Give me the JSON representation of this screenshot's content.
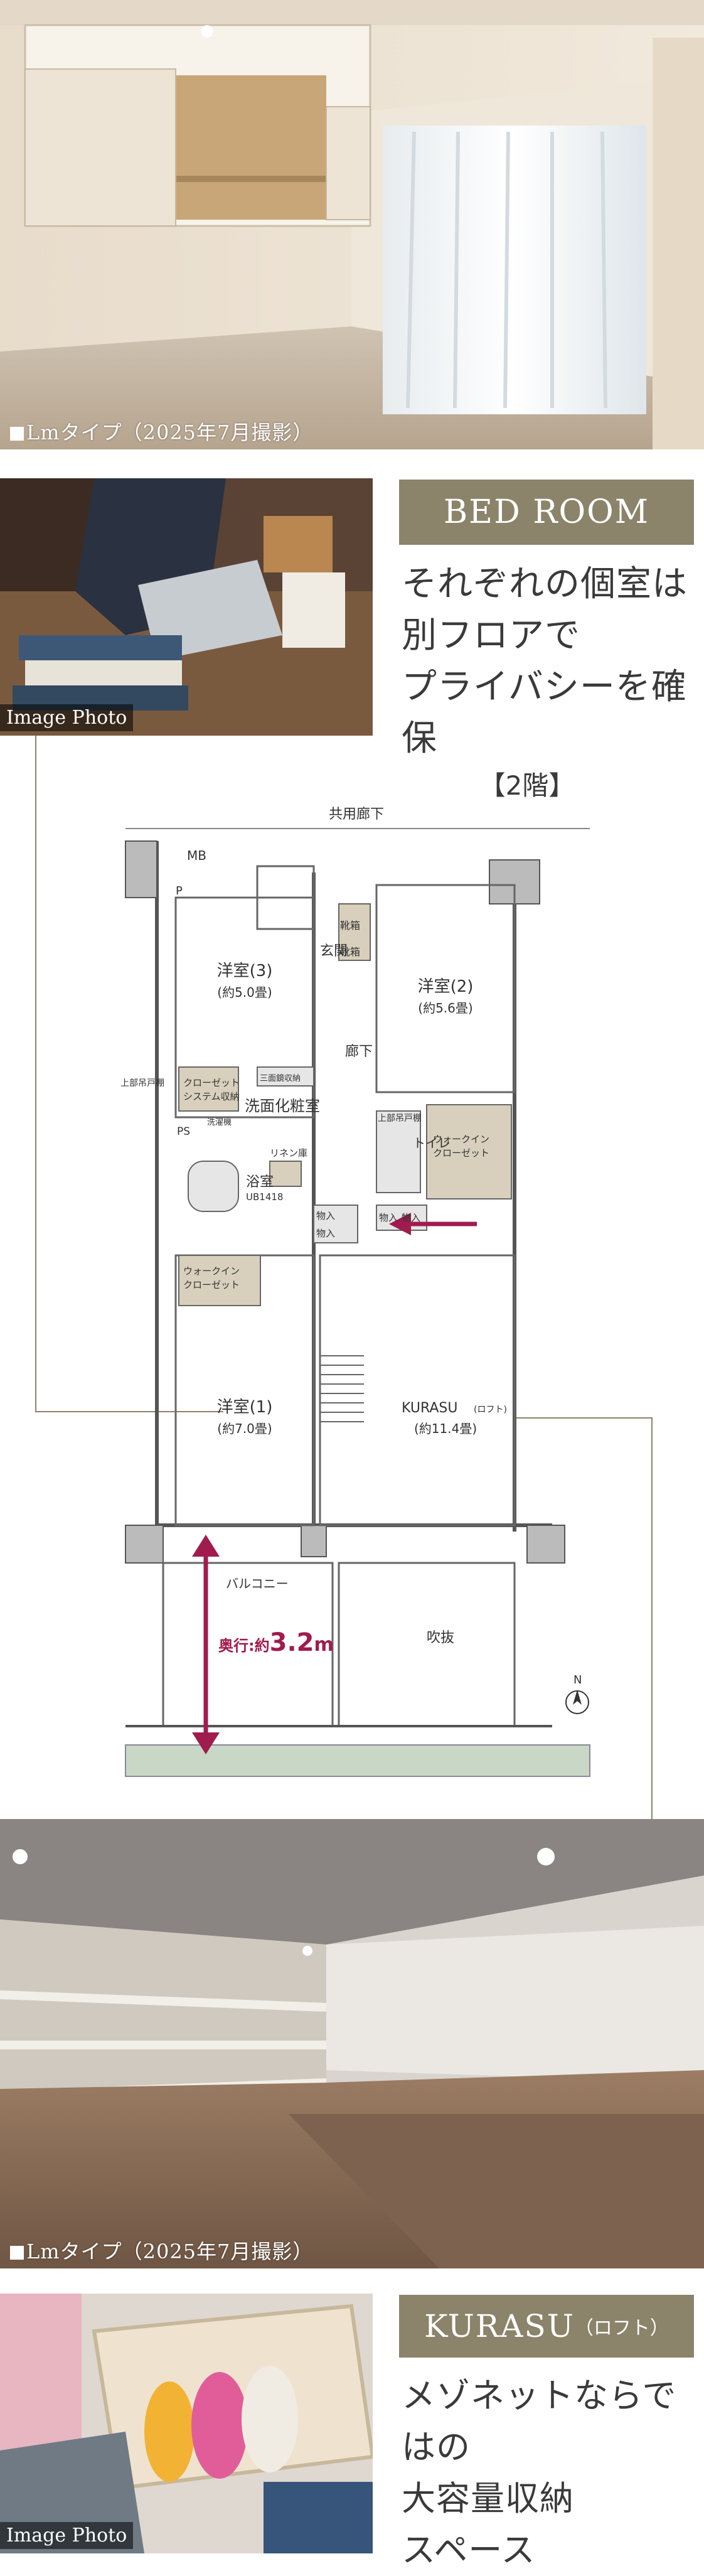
{
  "photo1": {
    "caption": "Lmタイプ（2025年7月撮影）"
  },
  "section1": {
    "photo_caption": "Image Photo",
    "badge": "BED ROOM",
    "heading": [
      "それぞれの個室は",
      "別フロアで",
      "プライバシーを確保"
    ]
  },
  "floorplan": {
    "floor_label": "【2階】",
    "corridor": "共用廊下",
    "mb": "MB",
    "p": "P",
    "entrance": "玄関",
    "shoe1": "靴箱",
    "shoe2": "靴箱",
    "room3": {
      "name": "洋室(3)",
      "size": "(約5.0畳)"
    },
    "room2": {
      "name": "洋室(2)",
      "size": "(約5.6畳)"
    },
    "room1": {
      "name": "洋室(1)",
      "size": "(約7.0畳)"
    },
    "hall": "廊下",
    "closet": [
      "クローゼット",
      "システム収納"
    ],
    "mirror": "三面鏡収納",
    "washroom": "洗面化粧室",
    "linen": "リネン庫",
    "bath": "浴室",
    "ub": "UB1418",
    "ps": "PS",
    "wm": "洗濯機",
    "toilet": "トイレ",
    "upper_shelf1": "上部吊戸棚",
    "upper_shelf2": "上部吊戸棚",
    "wic1": [
      "ウォークイン",
      "クローゼット"
    ],
    "wic2": [
      "ウォークイン",
      "クローゼット"
    ],
    "storage": [
      "物入",
      "物入",
      "物入",
      "物入"
    ],
    "kurasu": {
      "name": "KURASU",
      "tag": "(ロフト)",
      "size": "(約11.4畳)"
    },
    "balcony": "バルコニー",
    "depth_prefix": "奥行:約",
    "depth_value": "3.2",
    "depth_unit": "m",
    "void": "吹抜",
    "north": "N"
  },
  "photo2": {
    "caption": "Lmタイプ（2025年7月撮影）"
  },
  "section2": {
    "photo_caption": "Image Photo",
    "badge_main": "KURASU",
    "badge_sub": "（ロフト）",
    "heading": [
      "メゾネットならではの",
      "大容量収納",
      "スペース"
    ]
  },
  "colors": {
    "accent": "#8b846a",
    "depth_arrow": "#a01c4e",
    "storage_fill": "#d8d0bd"
  }
}
